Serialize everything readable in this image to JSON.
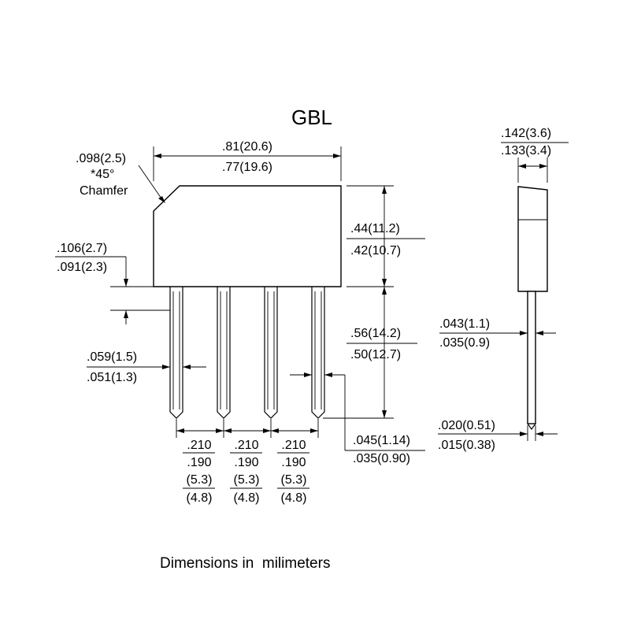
{
  "title": "GBL",
  "chamfer": {
    "dim": ".098(2.5)",
    "angle": "*45°",
    "label": "Chamfer"
  },
  "width": {
    "max": ".81(20.6)",
    "min": ".77(19.6)"
  },
  "body_height": {
    "max": ".44(11.2)",
    "min": ".42(10.7)"
  },
  "lead_shoulder": {
    "max": ".106(2.7)",
    "min": ".091(2.3)"
  },
  "lead_length": {
    "max": ".56(14.2)",
    "min": ".50(12.7)"
  },
  "lead_width": {
    "max": ".059(1.5)",
    "min": ".051(1.3)"
  },
  "lead_tip": {
    "max": ".045(1.14)",
    "min": ".035(0.90)"
  },
  "pitch": [
    {
      "max_in": ".210",
      "min_in": ".190",
      "max_mm": "(5.3)",
      "min_mm": "(4.8)"
    },
    {
      "max_in": ".210",
      "min_in": ".190",
      "max_mm": "(5.3)",
      "min_mm": "(4.8)"
    },
    {
      "max_in": ".210",
      "min_in": ".190",
      "max_mm": "(5.3)",
      "min_mm": "(4.8)"
    }
  ],
  "thickness": {
    "max": ".142(3.6)",
    "min": ".133(3.4)"
  },
  "side_lead_width": {
    "max": ".043(1.1)",
    "min": ".035(0.9)"
  },
  "side_lead_thickness": {
    "max": ".020(0.51)",
    "min": ".015(0.38)"
  },
  "caption": "Dimensions in  milimeters"
}
